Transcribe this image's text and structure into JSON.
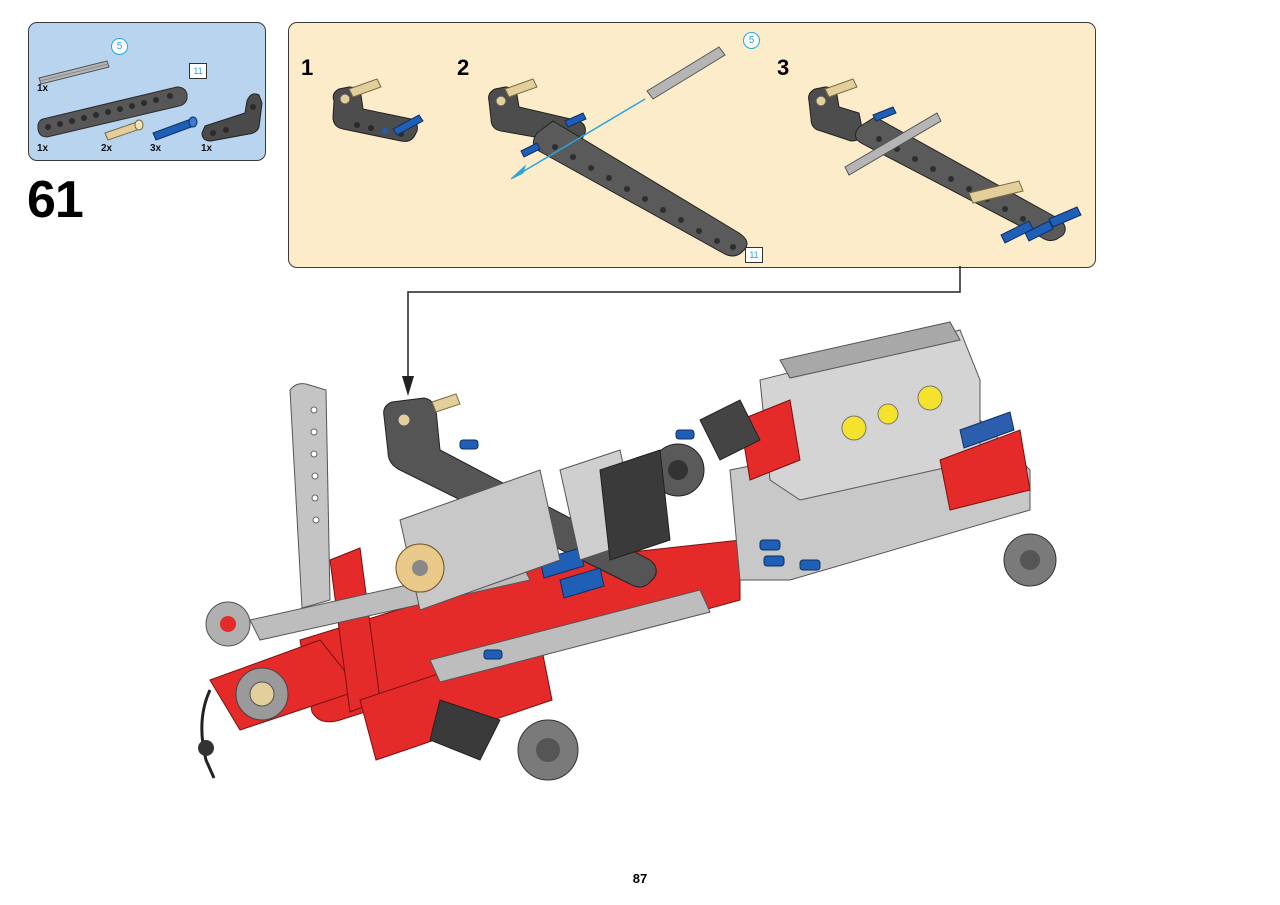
{
  "parts_list": {
    "axle": {
      "qty": "1x",
      "callout": "5"
    },
    "beam": {
      "qty": "1x",
      "length_label": "11"
    },
    "tan_pin": {
      "qty": "2x"
    },
    "blue_pin": {
      "qty": "3x"
    },
    "angle_beam": {
      "qty": "1x"
    }
  },
  "step": {
    "number": "61"
  },
  "substeps": [
    {
      "label": "1"
    },
    {
      "label": "2",
      "beam_length_label": "11"
    },
    {
      "label": "3"
    }
  ],
  "substep_axle_callout": "5",
  "page": {
    "number": "87"
  },
  "colors": {
    "parts_bg": "#b8d4ee",
    "substep_bg": "#fcecc9",
    "callout": "#2aa6d8",
    "red": "#e52a2a",
    "dark_gray": "#4a4a4a",
    "light_gray": "#bdbdbd",
    "blue": "#1f5fb5",
    "tan": "#e3cf9c",
    "yellow": "#f4e22c"
  }
}
